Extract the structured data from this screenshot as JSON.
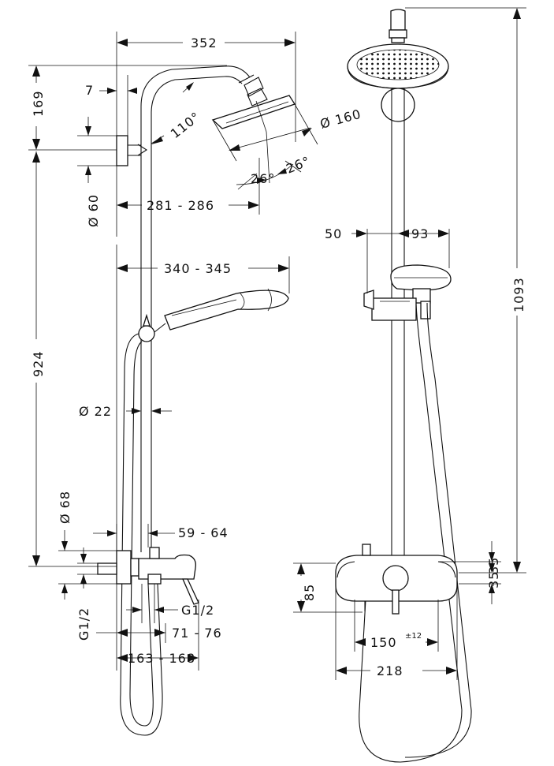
{
  "dimensions": {
    "width_352": "352",
    "offset_7": "7",
    "height_169": "169",
    "angle_110": "110°",
    "diameter_160": "Ø 160",
    "tilt_a": "26°",
    "tilt_b": "26°",
    "diameter_60": "Ø 60",
    "reach_281_286": "281 - 286",
    "reach_340_345": "340 - 345",
    "height_924": "924",
    "diameter_22": "Ø 22",
    "diameter_68": "Ø 68",
    "range_59_64": "59 - 64",
    "thread_left": "G1/2",
    "thread_right": "G1/2",
    "range_71_76": "71 - 76",
    "range_163_168": "163 - 168",
    "left_50": "50",
    "right_93": "93",
    "height_1093": "1093",
    "height_85": "85",
    "upper_35": "35",
    "lower_35": "35",
    "spacing_150": "150",
    "spacing_150_tol": "±12",
    "width_218": "218"
  }
}
